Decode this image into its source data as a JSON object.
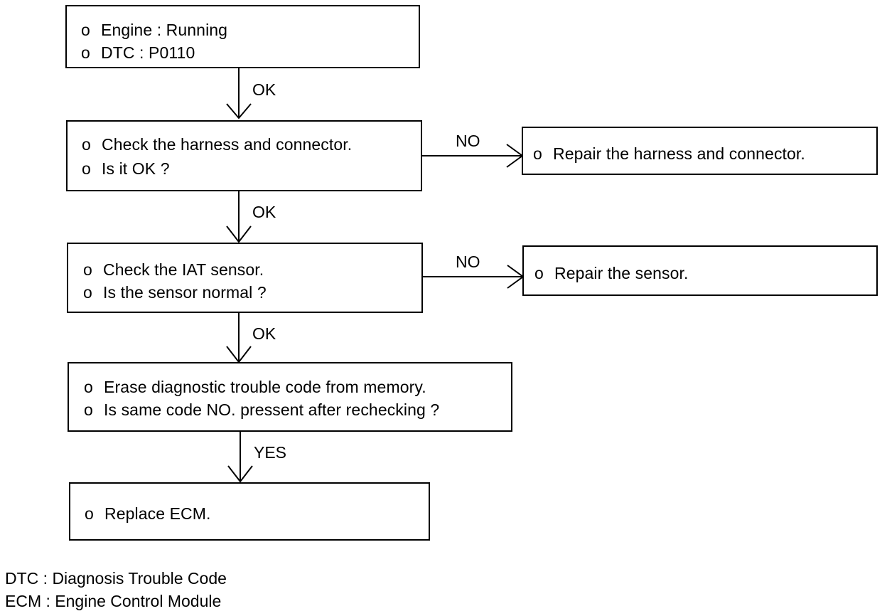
{
  "flowchart": {
    "bullet": "o",
    "step1": {
      "lines": [
        "Engine : Running",
        "DTC : P0110"
      ]
    },
    "step2": {
      "lines": [
        "Check the harness and connector.",
        "Is it OK ?"
      ]
    },
    "step2_no": {
      "lines": [
        "Repair the harness and connector."
      ]
    },
    "step3": {
      "lines": [
        "Check the IAT sensor.",
        "Is the sensor normal ?"
      ]
    },
    "step3_no": {
      "lines": [
        "Repair the sensor."
      ]
    },
    "step4": {
      "lines": [
        "Erase diagnostic trouble code from memory.",
        "Is same code NO. pressent after rechecking ?"
      ]
    },
    "step5": {
      "lines": [
        "Replace ECM."
      ]
    },
    "edges": {
      "e1_label": "OK",
      "e2_label": "OK",
      "e3_label": "OK",
      "e4_label": "YES",
      "e5_label": "NO",
      "e6_label": "NO"
    }
  },
  "legend": {
    "lines": [
      "DTC : Diagnosis Trouble Code",
      "ECM : Engine Control Module"
    ]
  }
}
